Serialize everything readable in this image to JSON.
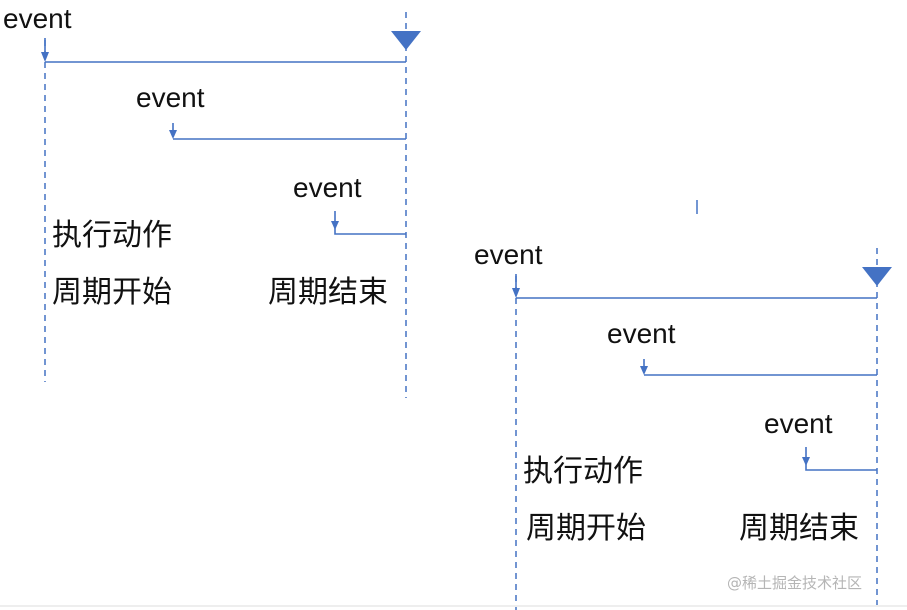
{
  "diagrams": [
    {
      "events": [
        "event",
        "event",
        "event"
      ],
      "action_label": "执行动作",
      "cycle_start_label": "周期开始",
      "cycle_end_label": "周期结束"
    },
    {
      "events": [
        "event",
        "event",
        "event"
      ],
      "action_label": "执行动作",
      "cycle_start_label": "周期开始",
      "cycle_end_label": "周期结束"
    }
  ],
  "watermark": "@稀土掘金技术社区",
  "colors": {
    "accent": "#4472c4",
    "text": "#111111",
    "watermark": "#b5b5b5"
  }
}
